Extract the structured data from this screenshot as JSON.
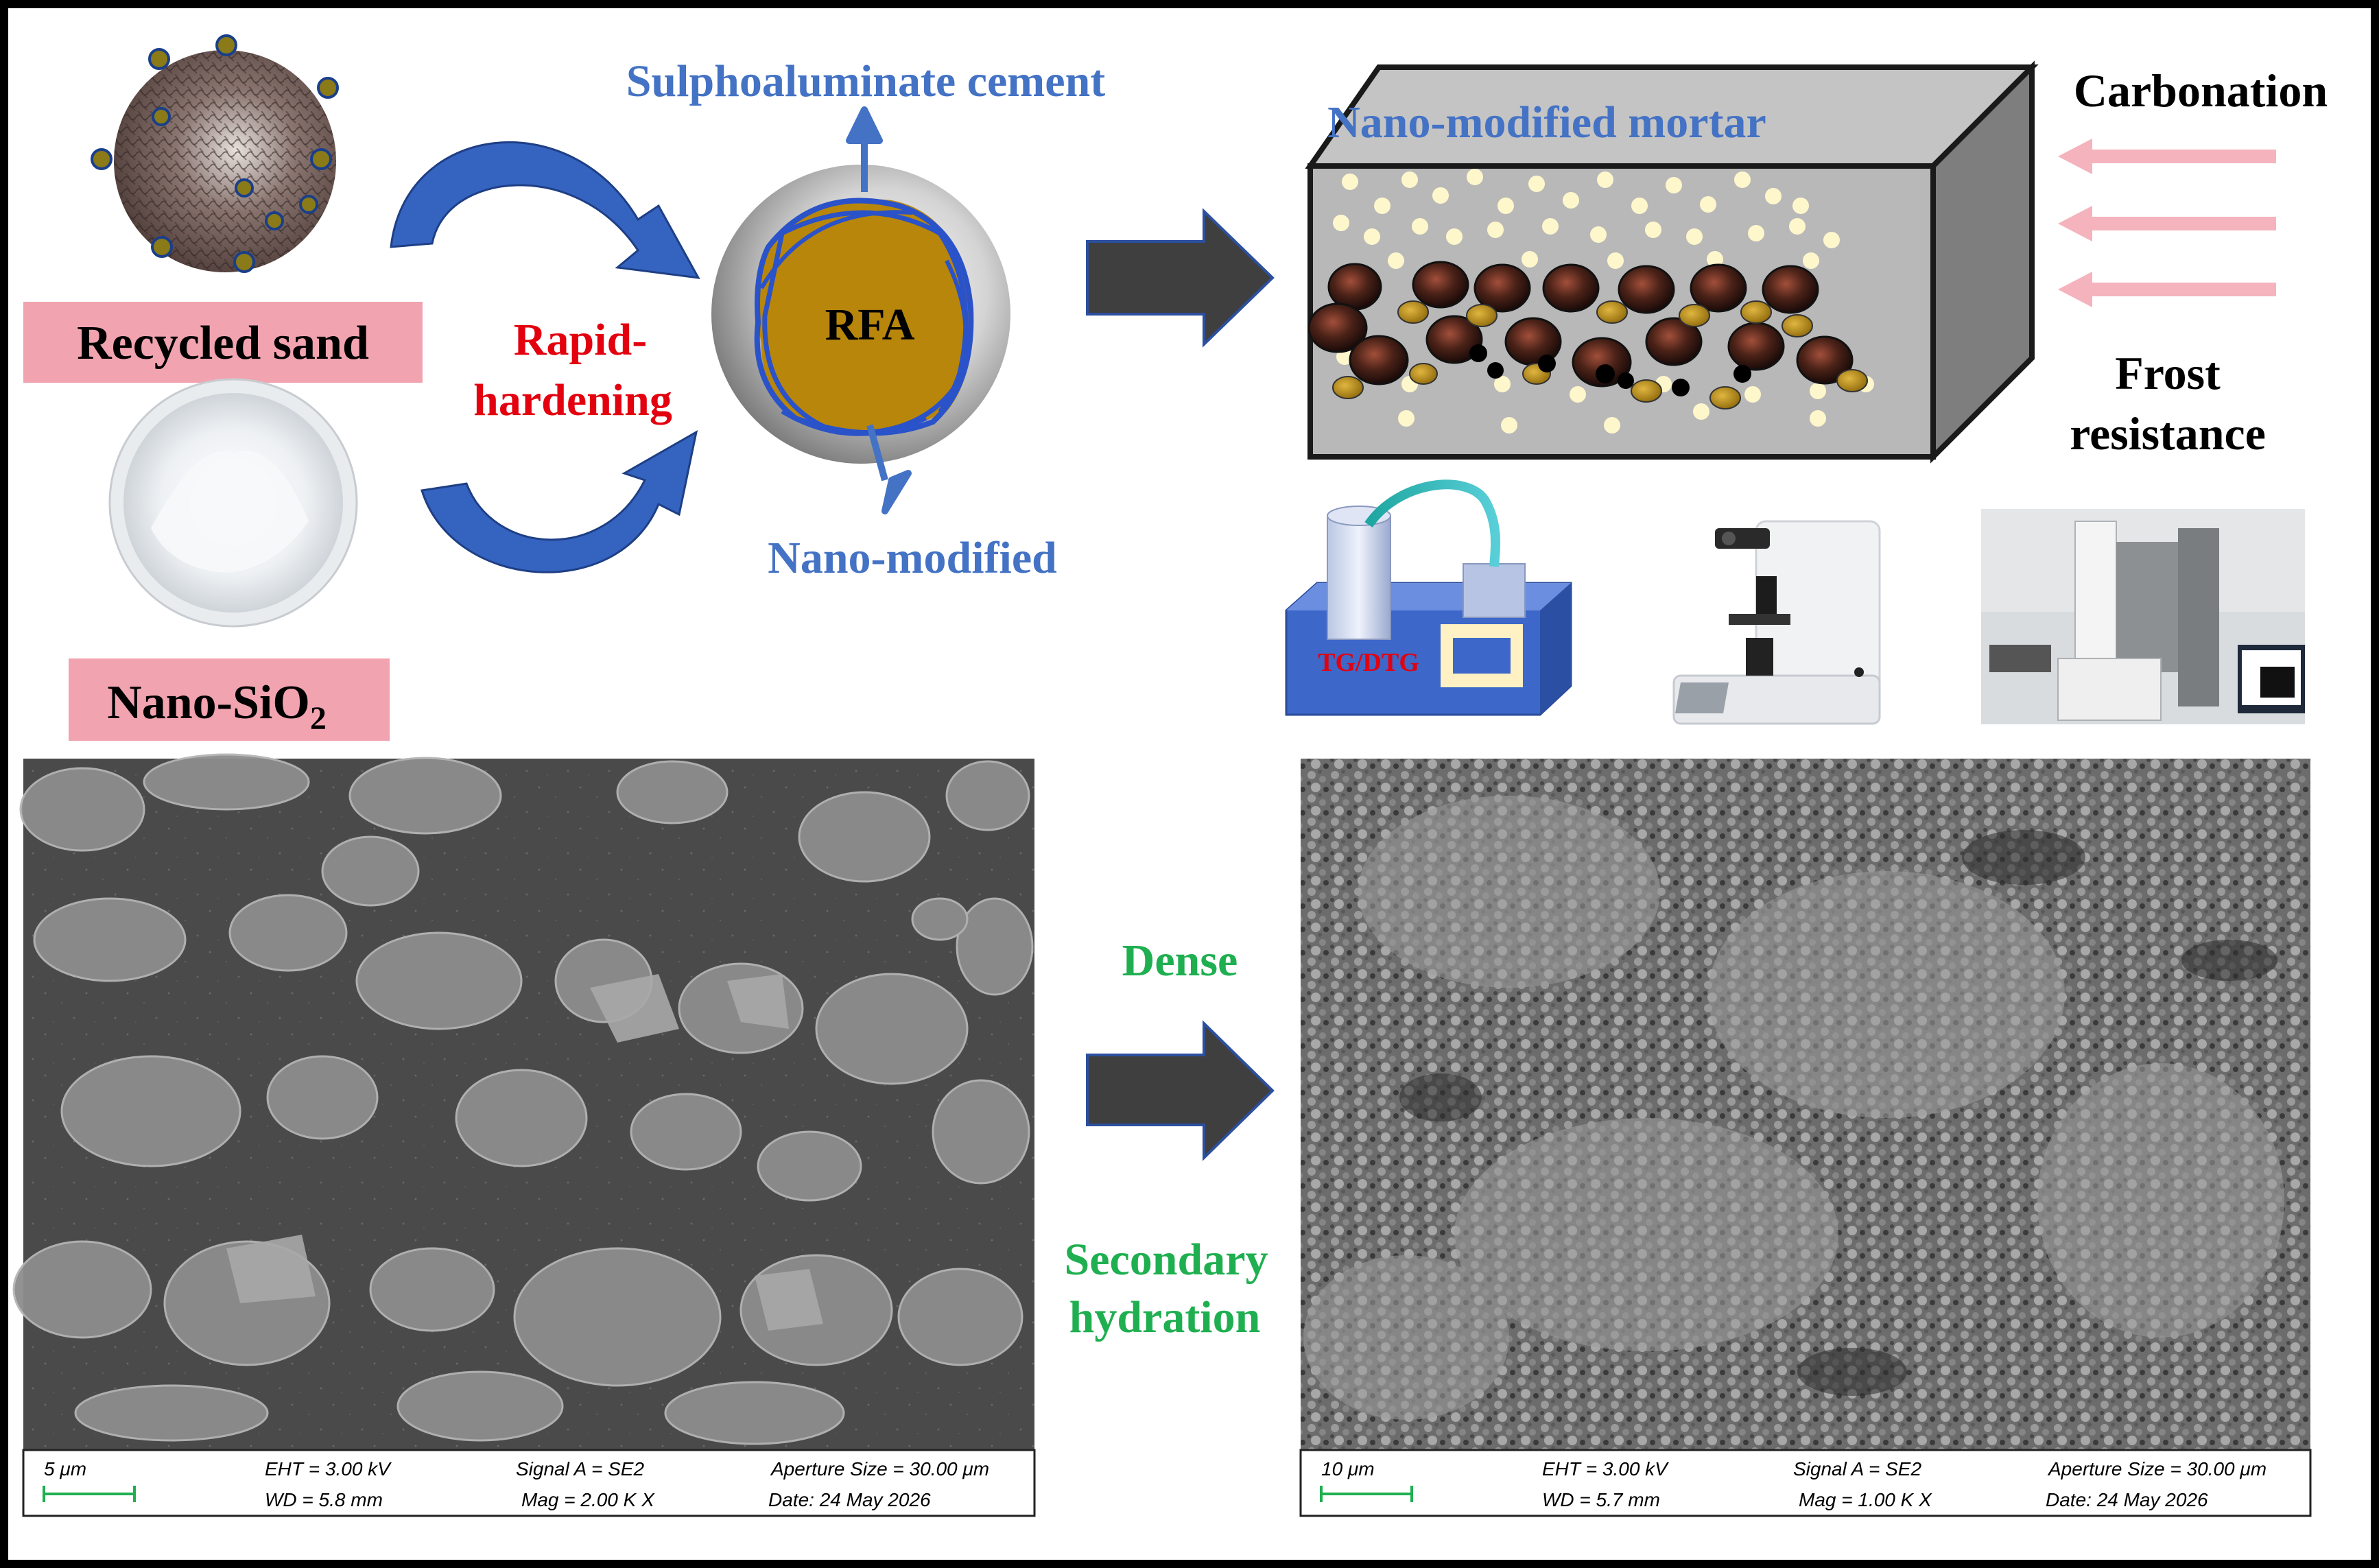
{
  "inputs": {
    "recycled_sand_label": "Recycled sand",
    "nano_sio2_label_main": "Nano-SiO",
    "nano_sio2_label_sub": "2"
  },
  "process": {
    "rapid_line1": "Rapid-",
    "rapid_line2": "hardening",
    "core_label": "RFA",
    "shell_top_label": "Sulphoaluminate cement",
    "shell_bottom_label": "Nano-modified"
  },
  "mortar": {
    "label": "Nano-modified mortar",
    "exposure_top": "Carbonation",
    "exposure_bottom_line1": "Frost",
    "exposure_bottom_line2": "resistance",
    "instrument_label": "TG/DTG"
  },
  "transition": {
    "top_label": "Dense",
    "bottom_line1": "Secondary",
    "bottom_line2": "hydration"
  },
  "sem_left": {
    "scale": "5 μm",
    "eht": "EHT =  3.00 kV",
    "wd": "WD =  5.8 mm",
    "signal": "Signal A = SE2",
    "mag": "Mag =    2.00 K X",
    "aperture": "Aperture Size = 30.00 μm",
    "date": "Date: 24 May 2026"
  },
  "sem_right": {
    "scale": "10 μm",
    "eht": "EHT =  3.00 kV",
    "wd": "WD =  5.7 mm",
    "signal": "Signal A = SE2",
    "mag": "Mag =    1.00 K X",
    "aperture": "Aperture Size = 30.00 μm",
    "date": "Date: 24 May 2026"
  },
  "colors": {
    "blue_text": "#4472C4",
    "red_text": "#E3000F",
    "green_text": "#1FAF50",
    "pink_box": "#F2A3B0",
    "arrow_dark": "#3F3F3F",
    "rfa_gold": "#B8860B"
  }
}
